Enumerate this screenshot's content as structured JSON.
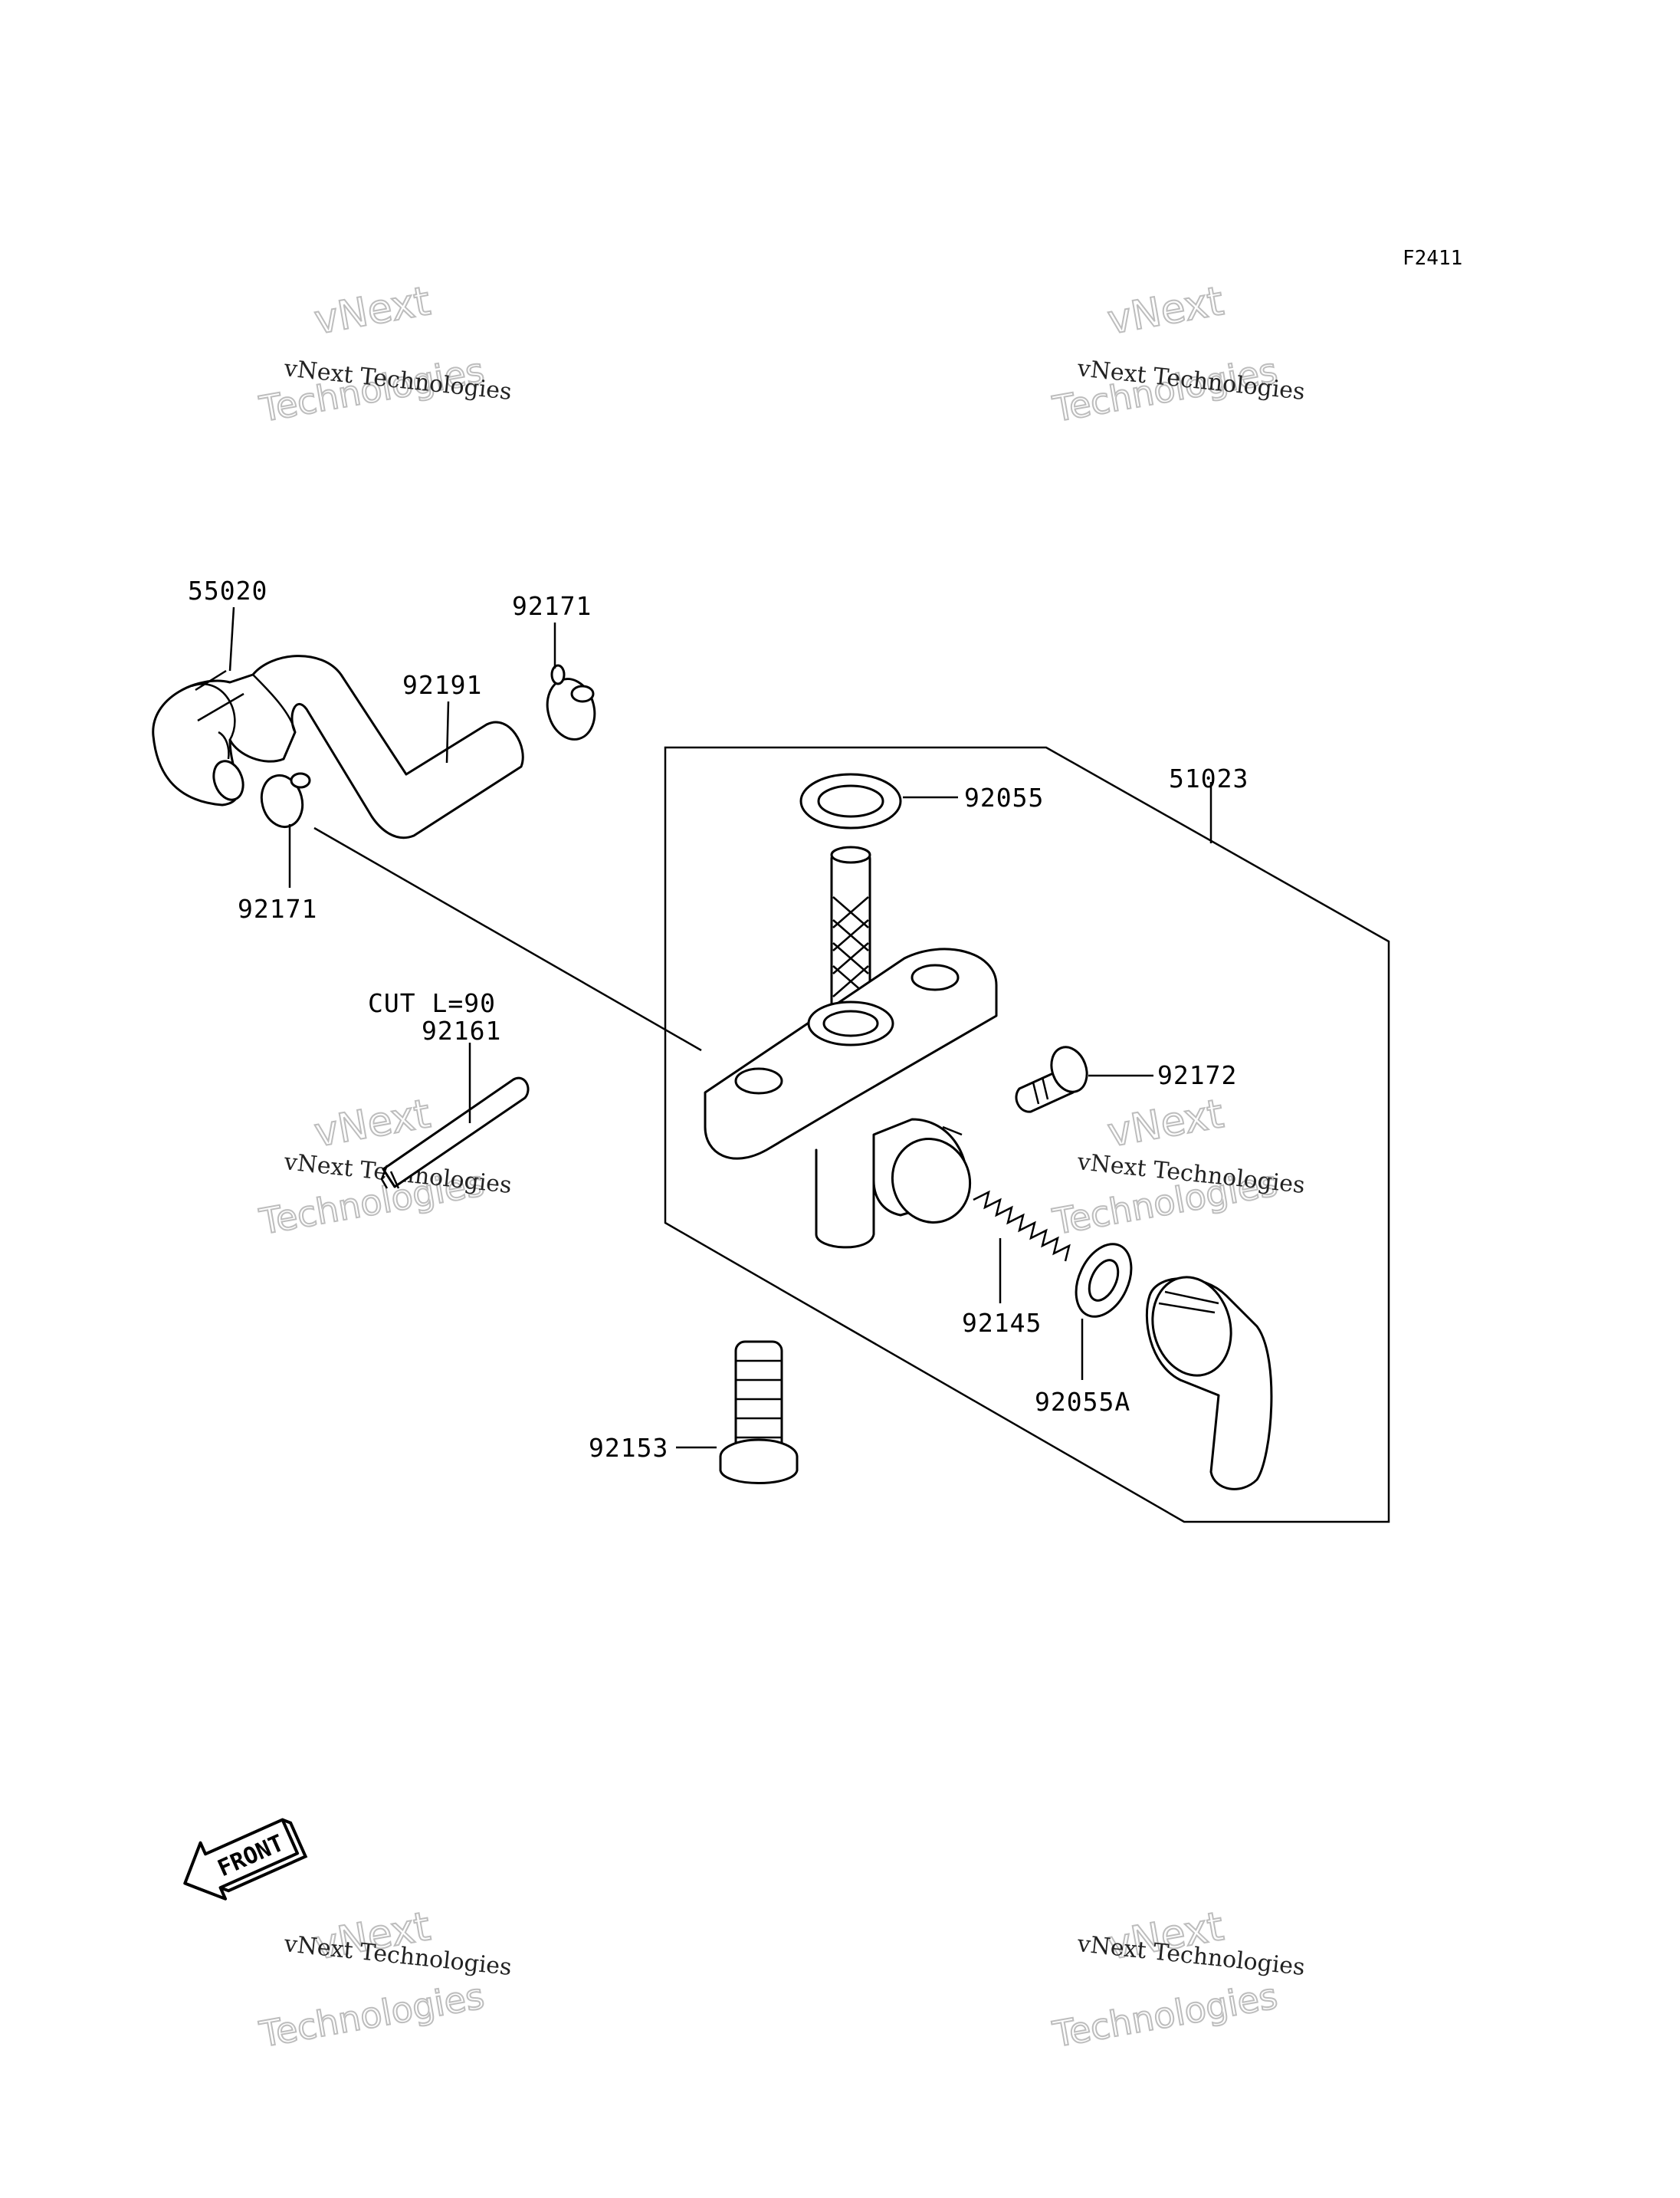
{
  "diagram": {
    "figure_code": "F2411",
    "labels": {
      "l55020": "55020",
      "l92171_top": "92171",
      "l92191": "92191",
      "l92171_bottom": "92171",
      "l51023": "51023",
      "l92055": "92055",
      "cut": "CUT L=90",
      "l92161": "92161",
      "l92172": "92172",
      "l92145": "92145",
      "l92055A": "92055A",
      "l92153": "92153"
    },
    "front_marker": "FRONT",
    "watermark": {
      "line1": "vNext Technologies",
      "line2": "vNext",
      "line3": "Technologies"
    }
  }
}
